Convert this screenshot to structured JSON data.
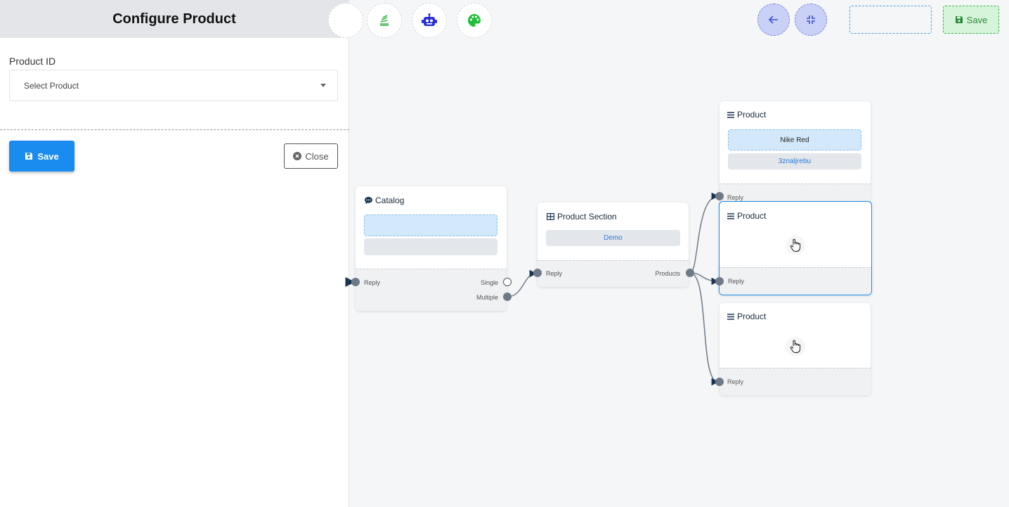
{
  "panel": {
    "title": "Configure Product",
    "product_id_label": "Product ID",
    "product_select_placeholder": "Select Product",
    "save_label": "Save",
    "close_label": "Close"
  },
  "toolbar": {
    "tools": [
      "stack-icon",
      "robot-icon",
      "palette-icon"
    ],
    "back_icon": "arrow-left-icon",
    "fit_icon": "compress-icon",
    "save_label": "Save"
  },
  "colors": {
    "primary": "#1a8cf0",
    "selected_border": "#1a8cf0",
    "save_green": "#2e8a3a",
    "robot": "#2a2fd6",
    "palette": "#1fbf3a"
  },
  "nodes": {
    "catalog": {
      "title": "Catalog",
      "reply_label": "Reply",
      "single_label": "Single",
      "multiple_label": "Multiple"
    },
    "product_section": {
      "title": "Product Section",
      "chip": "Demo",
      "reply_label": "Reply",
      "products_label": "Products"
    },
    "product_1": {
      "title": "Product",
      "chip_primary": "Nike Red",
      "chip_secondary": "3znaljrebu",
      "reply_label": "Reply"
    },
    "product_2": {
      "title": "Product",
      "reply_label": "Reply"
    },
    "product_3": {
      "title": "Product",
      "reply_label": "Reply"
    }
  }
}
